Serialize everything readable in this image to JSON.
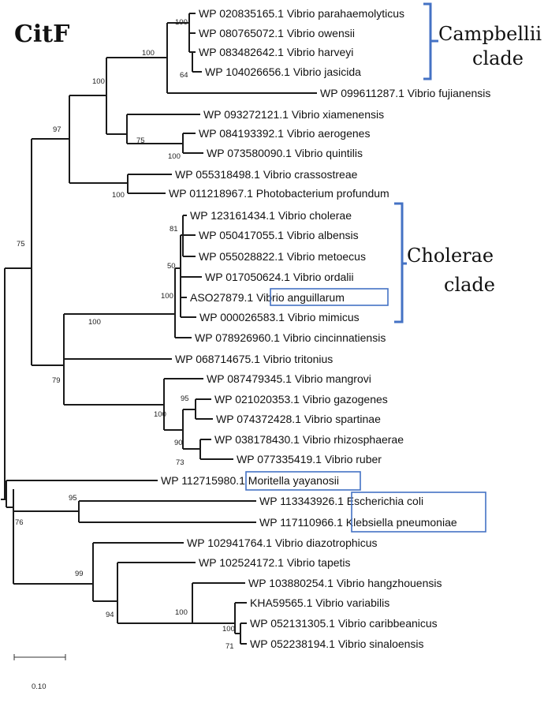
{
  "title": "CitF",
  "clades": {
    "campbellii": {
      "line1": "Campbellii",
      "line2": "clade"
    },
    "cholerae": {
      "line1": "Cholerae",
      "line2": "clade"
    }
  },
  "colors": {
    "bracket": "#4472c4",
    "branch": "#1a1a1a"
  },
  "scale_bar": {
    "value": "0.10"
  },
  "taxa": {
    "parahaemolyticus": {
      "acc": "WP 020835165.1",
      "name": "Vibrio parahaemolyticus"
    },
    "owensii": {
      "acc": "WP 080765072.1",
      "name": "Vibrio owensii"
    },
    "harveyi": {
      "acc": "WP 083482642.1",
      "name": "Vibrio harveyi"
    },
    "jasicida": {
      "acc": "WP 104026656.1",
      "name": "Vibrio jasicida"
    },
    "fujianensis": {
      "acc": "WP 099611287.1",
      "name": "Vibrio fujianensis"
    },
    "xiamenensis": {
      "acc": "WP 093272121.1",
      "name": "Vibrio xiamenensis"
    },
    "aerogenes": {
      "acc": "WP 084193392.1",
      "name": "Vibrio aerogenes"
    },
    "quintilis": {
      "acc": "WP 073580090.1",
      "name": "Vibrio quintilis"
    },
    "crassostreae": {
      "acc": "WP 055318498.1",
      "name": "Vibrio crassostreae"
    },
    "profundum": {
      "acc": "WP 011218967.1",
      "name": "Photobacterium profundum"
    },
    "cholerae": {
      "acc": "WP 123161434.1",
      "name": "Vibrio cholerae"
    },
    "albensis": {
      "acc": "WP 050417055.1",
      "name": "Vibrio albensis"
    },
    "metoecus": {
      "acc": "WP 055028822.1",
      "name": "Vibrio metoecus"
    },
    "ordalii": {
      "acc": "WP 017050624.1",
      "name": "Vibrio ordalii"
    },
    "anguillarum": {
      "acc": "ASO27879.1",
      "name": "Vibrio anguillarum"
    },
    "mimicus": {
      "acc": "WP 000026583.1",
      "name": "Vibrio mimicus"
    },
    "cincinnatiensis": {
      "acc": "WP 078926960.1",
      "name": "Vibrio cincinnatiensis"
    },
    "tritonius": {
      "acc": "WP 068714675.1",
      "name": "Vibrio tritonius"
    },
    "mangrovi": {
      "acc": "WP 087479345.1",
      "name": "Vibrio mangrovi"
    },
    "gazogenes": {
      "acc": "WP 021020353.1",
      "name": "Vibrio gazogenes"
    },
    "spartinae": {
      "acc": "WP 074372428.1",
      "name": "Vibrio spartinae"
    },
    "rhizosphaerae": {
      "acc": "WP 038178430.1",
      "name": "Vibrio rhizosphaerae"
    },
    "ruber": {
      "acc": "WP 077335419.1",
      "name": "Vibrio ruber"
    },
    "yayanosii": {
      "acc": "WP 112715980.1",
      "name": "Moritella yayanosii"
    },
    "ecoli": {
      "acc": "WP 113343926.1",
      "name": "Escherichia coli"
    },
    "klebsiella": {
      "acc": "WP 117110966.1",
      "name": "Klebsiella pneumoniae"
    },
    "diazotrophicus": {
      "acc": "WP 102941764.1",
      "name": "Vibrio diazotrophicus"
    },
    "tapetis": {
      "acc": "WP 102524172.1",
      "name": "Vibrio tapetis"
    },
    "hangzhouensis": {
      "acc": "WP 103880254.1",
      "name": "Vibrio hangzhouensis"
    },
    "variabilis": {
      "acc": "KHA59565.1",
      "name": "Vibrio variabilis"
    },
    "caribbeanicus": {
      "acc": "WP 052131305.1",
      "name": "Vibrio caribbeanicus"
    },
    "sinaloensis": {
      "acc": "WP 052238194.1",
      "name": "Vibrio sinaloensis"
    }
  },
  "bootstrap": {
    "b100_para_group": "100",
    "b64_jasicida": "64",
    "b100_campbellii": "100",
    "b100_upper": "100",
    "b97": "97",
    "b75_aerogenes": "75",
    "b100_quintilis": "100",
    "b100_crassostreae": "100",
    "b81": "81",
    "b50": "50",
    "b100_cholerae_core": "100",
    "b100_cholerae_grp": "100",
    "b79": "79",
    "b75_root": "75",
    "b95_gazogenes": "95",
    "b100_gazogenes_grp": "100",
    "b90": "90",
    "b73": "73",
    "b95_ecoli": "95",
    "b76": "76",
    "b99": "99",
    "b94": "94",
    "b100_variabilis_grp": "100",
    "b100_caribbeanicus": "100",
    "b71": "71"
  }
}
